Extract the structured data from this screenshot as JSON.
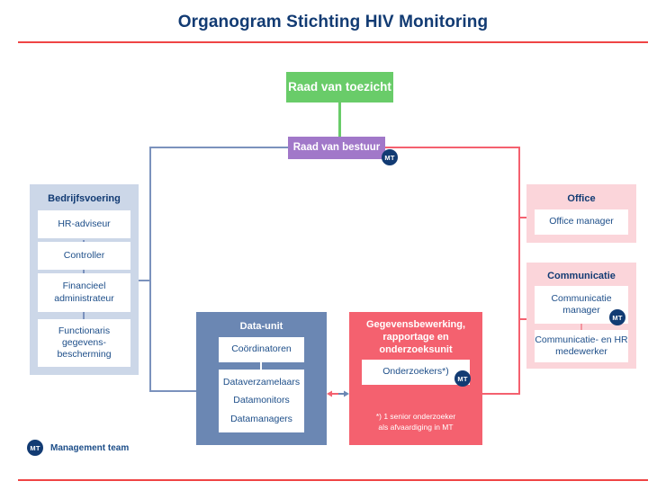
{
  "header": {
    "title": "Organogram Stichting HIV Monitoring"
  },
  "nodes": {
    "toezicht": {
      "label": "Raad van toezicht",
      "color": "#69cc69"
    },
    "bestuur": {
      "label": "Raad van bestuur",
      "color": "#a178c9",
      "mt": "MT"
    }
  },
  "panels": {
    "bedrijfsvoering": {
      "title": "Bedrijfsvoering",
      "color": "#ccd7e8",
      "items": [
        {
          "label": "HR-adviseur"
        },
        {
          "label": "Controller"
        },
        {
          "label": "Financieel administrateur"
        },
        {
          "label": "Functionaris gegevens-bescherming"
        }
      ]
    },
    "office": {
      "title": "Office",
      "color": "#fbd5da",
      "items": [
        {
          "label": "Office manager"
        }
      ]
    },
    "communicatie": {
      "title": "Communicatie",
      "color": "#fbd5da",
      "items": [
        {
          "label": "Communicatie manager",
          "mt": "MT"
        },
        {
          "label": "Communicatie- en HR medewerker"
        }
      ]
    },
    "dataunit": {
      "title": "Data-unit",
      "color": "#6b87b3",
      "items": [
        {
          "label": "Coördinatoren"
        },
        {
          "label": "Dataverzamelaars"
        },
        {
          "label": "Datamonitors"
        },
        {
          "label": "Datamanagers"
        }
      ]
    },
    "gegevens": {
      "title": "Gegevensbewerking, rapportage en onderzoeksunit",
      "color": "#f4616f",
      "items": [
        {
          "label": "Onderzoekers*)",
          "mt": "MT"
        }
      ],
      "footnote_line1": "*) 1 senior onderzoeker",
      "footnote_line2": "als afvaardiging in MT"
    }
  },
  "legend": {
    "badge": "MT",
    "label": "Management team"
  },
  "colors": {
    "title_navy": "#123b73",
    "rule_red": "#ef4444",
    "line_blue": "#7b92bd",
    "line_red": "#f4616f",
    "badge_navy": "#123b73"
  }
}
